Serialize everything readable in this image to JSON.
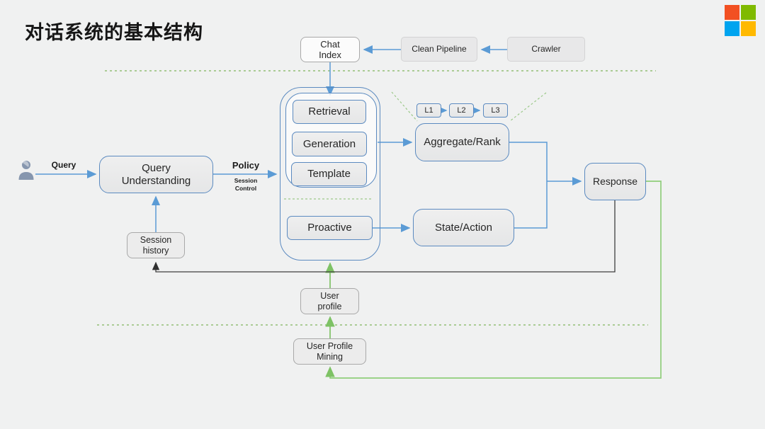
{
  "slide": {
    "title": "对话系统的基本结构",
    "background": "#f0f1f1"
  },
  "logo": {
    "name": "microsoft-logo",
    "colors": {
      "top_left": "#F25022",
      "top_right": "#7FBA00",
      "bottom_left": "#00A4EF",
      "bottom_right": "#FFB900"
    }
  },
  "nodes": {
    "chat_index": "Chat\nIndex",
    "clean_pipeline": "Clean Pipeline",
    "crawler": "Crawler",
    "retrieval": "Retrieval",
    "generation": "Generation",
    "template": "Template",
    "proactive": "Proactive",
    "l1": "L1",
    "l2": "L2",
    "l3": "L3",
    "aggregate_rank": "Aggregate/Rank",
    "state_action": "State/Action",
    "response": "Response",
    "query_understanding": "Query\nUnderstanding",
    "session_history": "Session\nhistory",
    "user_profile": "User\nprofile",
    "user_profile_mining": "User Profile\nMining"
  },
  "labels": {
    "query": "Query",
    "policy": "Policy",
    "session_control": "Session\nControl"
  },
  "colors": {
    "connector_blue": "#5b9bd5",
    "connector_green": "#7ec265",
    "connector_dark": "#3f3f3f",
    "dashed_green": "#7fb55e",
    "node_border_blue": "#5b8ac0",
    "node_border_gray": "#a9a9a9",
    "node_fill": "#e9e9ea"
  }
}
